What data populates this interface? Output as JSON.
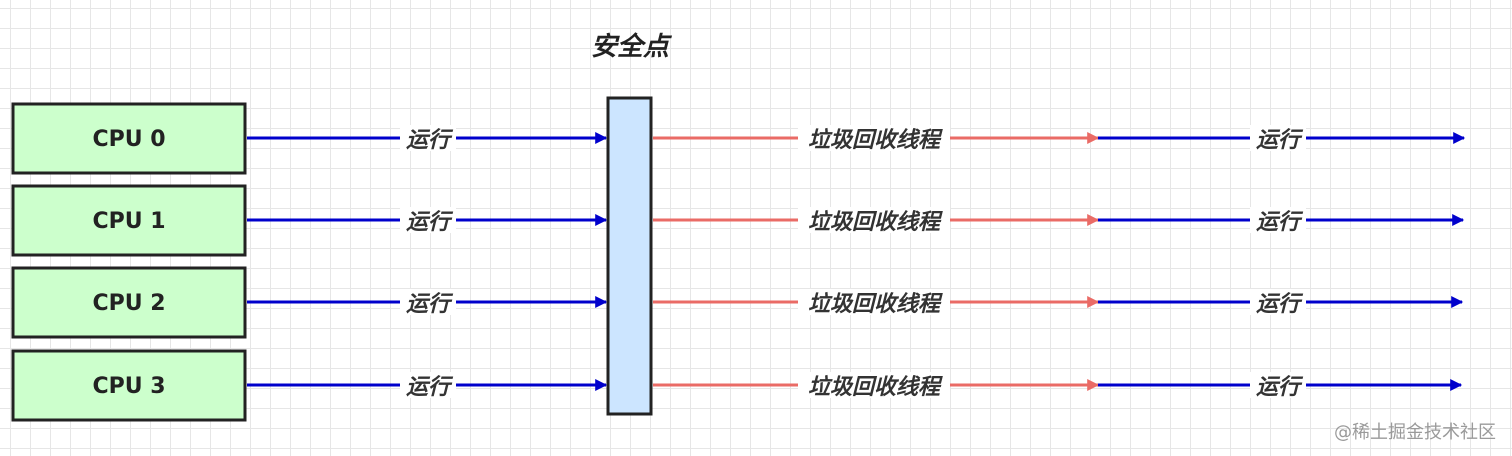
{
  "title": "安全点",
  "cpus": [
    {
      "label": "CPU 0",
      "segments": [
        "运行",
        "垃圾回收线程",
        "运行"
      ]
    },
    {
      "label": "CPU 1",
      "segments": [
        "运行",
        "垃圾回收线程",
        "运行"
      ]
    },
    {
      "label": "CPU 2",
      "segments": [
        "运行",
        "垃圾回收线程",
        "运行"
      ]
    },
    {
      "label": "CPU 3",
      "segments": [
        "运行",
        "垃圾回收线程",
        "运行"
      ]
    }
  ],
  "watermark": "@稀土掘金技术社区",
  "colors": {
    "cpu_box_fill": "#ccffcc",
    "safepoint_fill": "#cce5ff",
    "run_arrow": "#0000cc",
    "gc_arrow": "#ea6b66",
    "border": "#222222"
  }
}
